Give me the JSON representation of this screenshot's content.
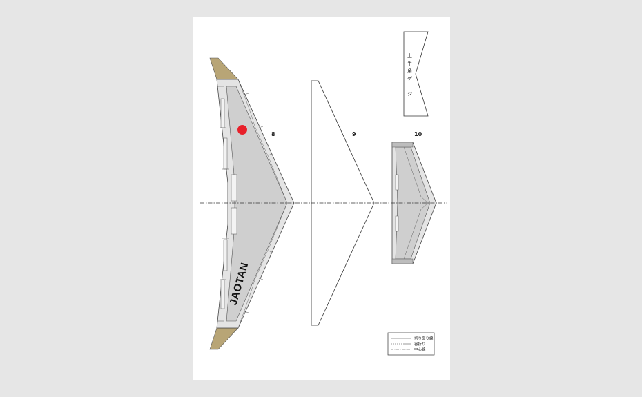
{
  "parts": {
    "part8": {
      "label": "8",
      "marking": "JAOTAN"
    },
    "part9": {
      "label": "9"
    },
    "part10": {
      "label": "10"
    }
  },
  "gauge_text": [
    "上",
    "半",
    "角",
    "ゲ",
    "ー",
    "ジ"
  ],
  "legend": {
    "items": [
      {
        "label": "切り取り線",
        "style": "solid"
      },
      {
        "label": "谷折り",
        "style": "dashed"
      },
      {
        "label": "中心線",
        "style": "dashdot"
      }
    ]
  },
  "colors": {
    "background": "#e6e6e6",
    "paper": "#ffffff",
    "wing_gray": "#cfcfcf",
    "wing_light": "#e4e4e4",
    "wingtip": "#b8a576",
    "dot": "#e8202a"
  }
}
